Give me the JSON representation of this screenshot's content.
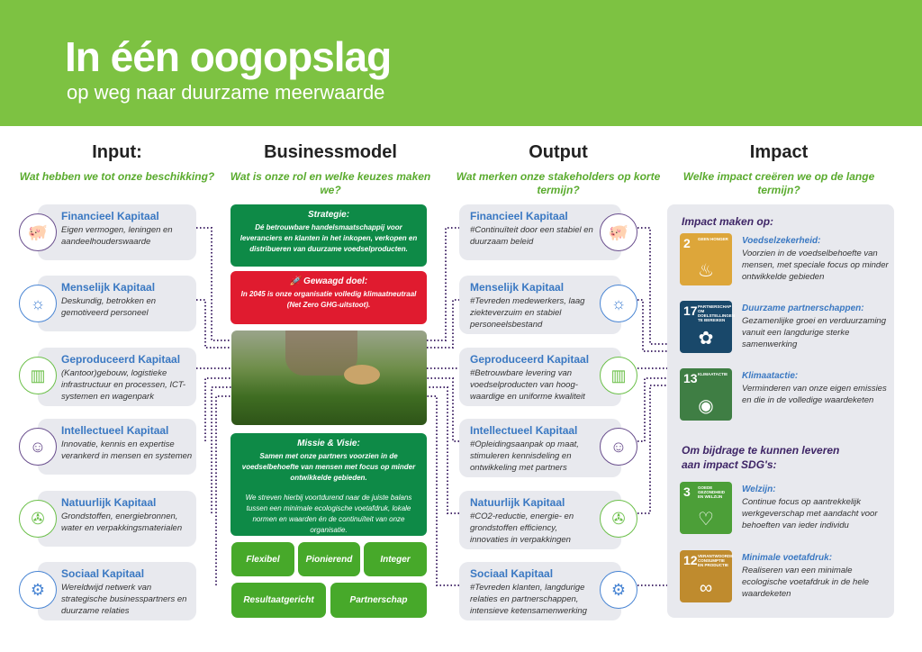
{
  "header": {
    "title": "In één oogopslag",
    "subtitle": "op weg naar duurzame meerwaarde"
  },
  "columns": [
    {
      "title": "Input:",
      "question": "Wat hebben we tot onze beschikking?"
    },
    {
      "title": "Businessmodel",
      "question": "Wat is onze rol en welke keuzes maken we?"
    },
    {
      "title": "Output",
      "question": "Wat merken onze stakeholders op korte termijn?"
    },
    {
      "title": "Impact",
      "question": "Welke impact creëren we op de lange termijn?"
    }
  ],
  "input": [
    {
      "title": "Financieel Kapitaal",
      "text": "Eigen vermogen, leningen en aandeelhouderswaarde",
      "icon": "piggy-bank-icon"
    },
    {
      "title": "Menselijk Kapitaal",
      "text": "Deskundig, betrokken en gemotiveerd personeel",
      "icon": "people-idea-icon"
    },
    {
      "title": "Geproduceerd Kapitaal",
      "text": "(Kantoor)gebouw, logistieke infrastructuur en processen, ICT-systemen en wagenpark",
      "icon": "building-icon"
    },
    {
      "title": "Intellectueel Kapitaal",
      "text": "Innovatie, kennis en expertise verankerd in mensen en systemen",
      "icon": "head-idea-icon"
    },
    {
      "title": "Natuurlijk Kapitaal",
      "text": "Grondstoffen, energiebronnen, water en verpakkingsmaterialen",
      "icon": "wind-turbine-icon"
    },
    {
      "title": "Sociaal Kapitaal",
      "text": "Wereldwijd netwerk van strategische businesspartners en duurzame relaties",
      "icon": "network-icon"
    }
  ],
  "business": {
    "strategy_title": "Strategie:",
    "strategy_text": "Dé betrouwbare handelsmaatschappij voor leveranciers en klanten in het inkopen, verkopen en distribueren van duurzame voedselproducten.",
    "goal_title": "Gewaagd doel:",
    "goal_text": "In 2045 is onze organisatie volledig klimaatneutraal (Net Zero GHG-uitstoot).",
    "mission_title": "Missie & Visie:",
    "mission_text": "Samen met onze partners voorzien in de voedselbehoefte van mensen met focus op minder ontwikkelde gebieden.",
    "mission_text2": "We streven hierbij voortdurend naar de juiste balans tussen een minimale ecologische voetafdruk, lokale normen en waarden én de continuïteit van onze organisatie.",
    "values": [
      "Flexibel",
      "Pionierend",
      "Integer",
      "Resultaatgericht",
      "Partnerschap"
    ]
  },
  "output": [
    {
      "title": "Financieel Kapitaal",
      "text": "#Continuïteit door een stabiel en duurzaam beleid",
      "icon": "piggy-bank-icon"
    },
    {
      "title": "Menselijk Kapitaal",
      "text": "#Tevreden medewerkers, laag ziekteverzuim en stabiel personeelsbestand",
      "icon": "people-idea-icon"
    },
    {
      "title": "Geproduceerd Kapitaal",
      "text": "#Betrouwbare levering van voedselproducten van hoog-waardige en uniforme kwaliteit",
      "icon": "building-icon"
    },
    {
      "title": "Intellectueel Kapitaal",
      "text": "#Opleidingsaanpak op maat, stimuleren kennisdeling en ontwikkeling met partners",
      "icon": "head-idea-icon"
    },
    {
      "title": "Natuurlijk Kapitaal",
      "text": "#CO2-reductie, energie- en grondstoffen efficiency, innovaties in verpakkingen",
      "icon": "wind-turbine-icon"
    },
    {
      "title": "Sociaal Kapitaal",
      "text": "#Tevreden klanten, langdurige relaties en partnerschappen, intensieve ketensamenwerking",
      "icon": "network-icon"
    }
  ],
  "impact": {
    "heading1": "Impact maken op:",
    "heading2": "Om bijdrage te kunnen leveren aan impact SDG's:",
    "items": [
      {
        "num": "2",
        "label": "GEEN HONGER",
        "color": "#dda63a",
        "glyph": "♨",
        "title": "Voedselzekerheid:",
        "text": "Voorzien in de voedselbehoefte van mensen, met speciale focus op minder ontwikkelde gebieden"
      },
      {
        "num": "17",
        "label": "PARTNERSCHAP OM DOELSTELLINGEN TE BEREIKEN",
        "color": "#19486a",
        "glyph": "✿",
        "title": "Duurzame partnerschappen:",
        "text": "Gezamenlijke groei en verduurzaming vanuit een langdurige sterke samenwerking"
      },
      {
        "num": "13",
        "label": "KLIMAATACTIE",
        "color": "#3f7e44",
        "glyph": "◉",
        "title": "Klimaatactie:",
        "text": "Verminderen van onze eigen emissies en die in de volledige waardeketen"
      },
      {
        "num": "3",
        "label": "GOEDE GEZONDHEID EN WELZIJN",
        "color": "#4c9f38",
        "glyph": "♡",
        "title": "Welzijn:",
        "text": "Continue focus op aantrekkelijk werkgeverschap met aandacht voor behoeften van ieder individu"
      },
      {
        "num": "12",
        "label": "VERANTWOORDE CONSUMPTIE EN PRODUCTIE",
        "color": "#bf8b2e",
        "glyph": "∞",
        "title": "Minimale voetafdruk:",
        "text": "Realiseren van een minimale ecologische voetafdruk in de hele waardeketen"
      }
    ]
  },
  "colors": {
    "header": "#7dc242",
    "strategy": "#0e8a47",
    "goal": "#e01b2f",
    "values": "#47a92a",
    "link": "#4a2f6e"
  }
}
